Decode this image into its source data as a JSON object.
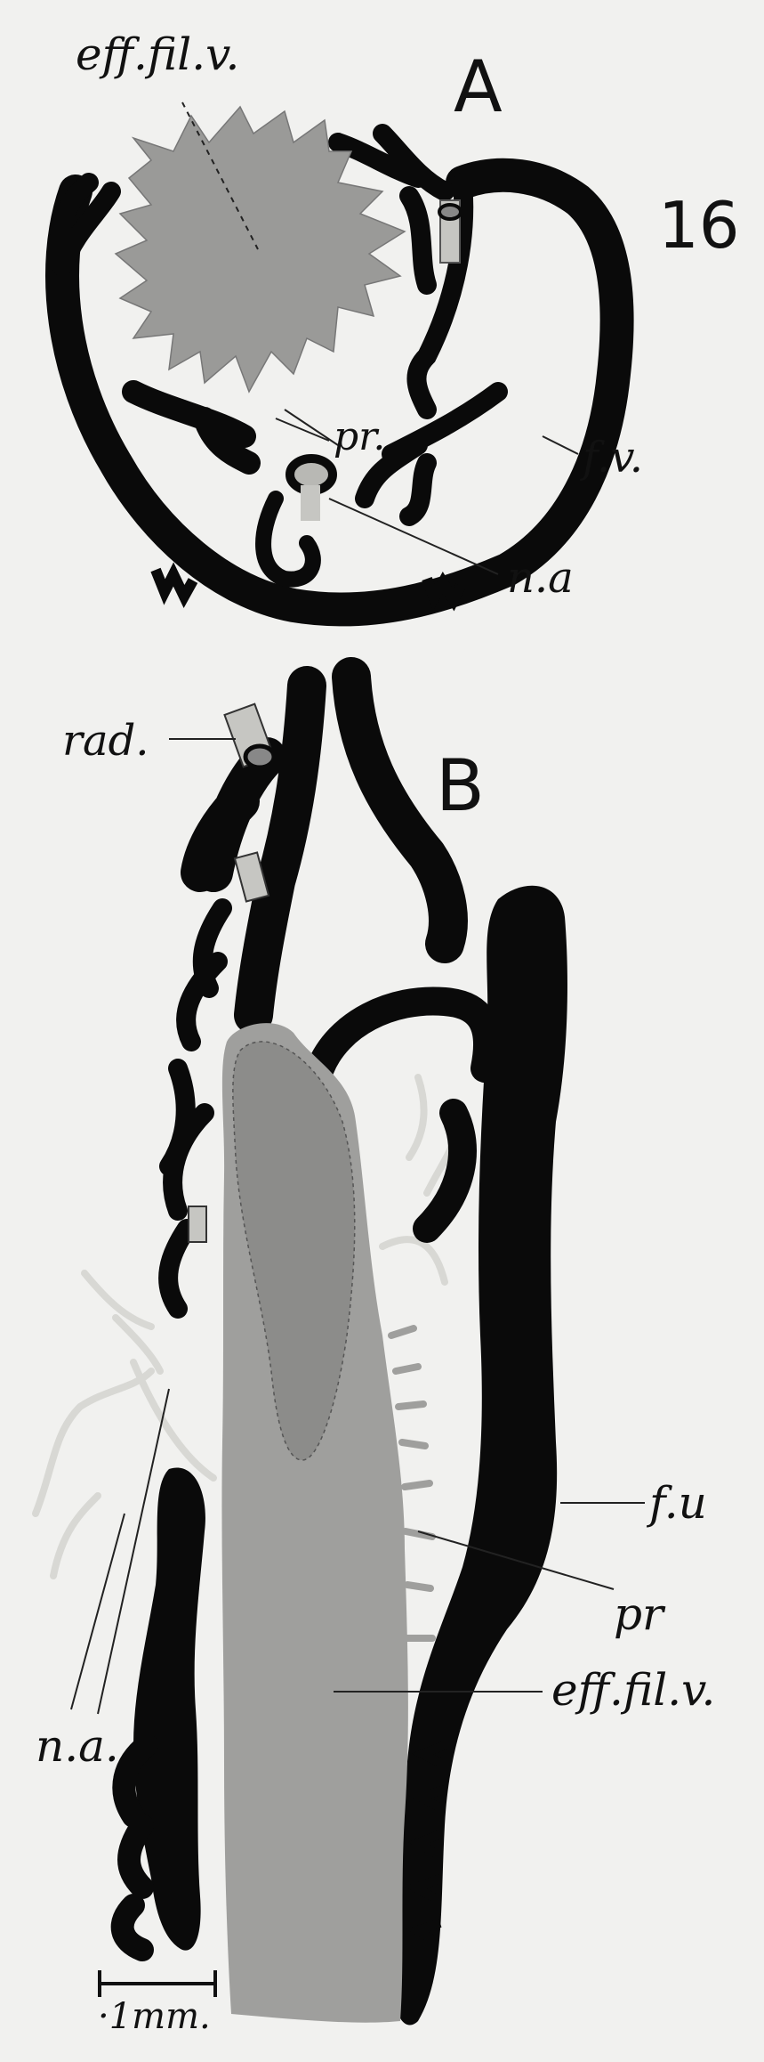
{
  "figure": {
    "number": "16",
    "panel_a_letter": "A",
    "panel_b_letter": "B"
  },
  "labels_a": {
    "efferent_filament_vessel": "eff.fil.v.",
    "processes": "pr.",
    "filament_vessel": "f.v.",
    "nutrient_artery": "n.a"
  },
  "labels_b": {
    "radial": "rad.",
    "filament_vessel": "f.u",
    "processes": "pr",
    "efferent_filament_vessel": "eff.fil.v.",
    "nutrient_artery": "n.a."
  },
  "scale_bar": {
    "label": "·1mm."
  },
  "colors": {
    "paper": "#f1f1ef",
    "vessel_black": "#0a0a0a",
    "grey_vessel": "#9a9a98",
    "pale_branch": "#d8d8d4"
  }
}
